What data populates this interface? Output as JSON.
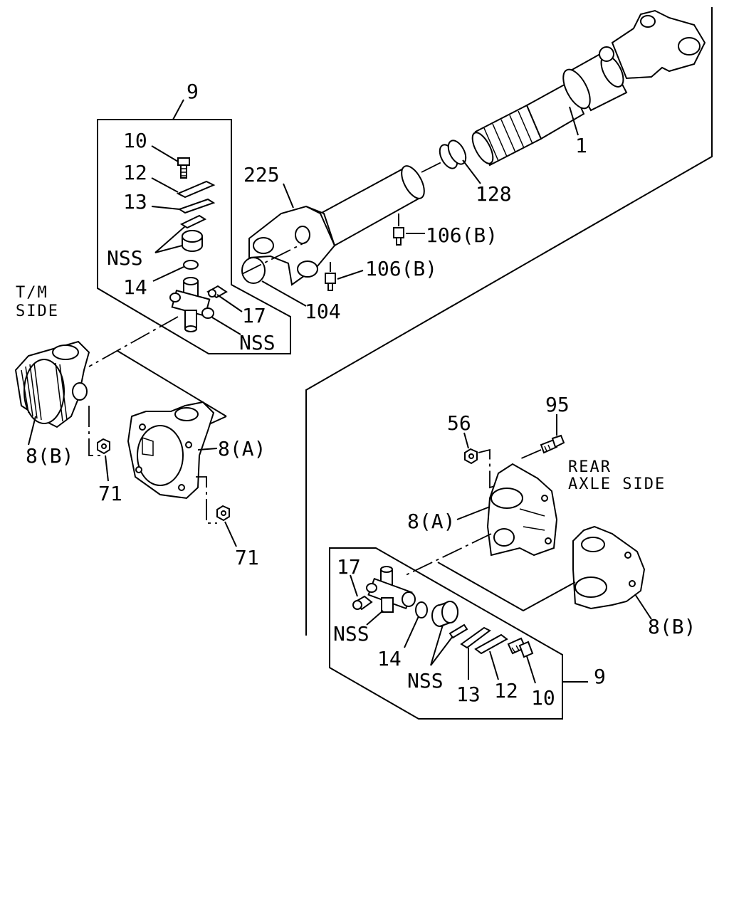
{
  "labels": {
    "box_upper": "9",
    "box_lower": "9",
    "l10a": "10",
    "l12a": "12",
    "l13a": "13",
    "lnss1": "NSS",
    "l14a": "14",
    "l17a": "17",
    "lnss2": "NSS",
    "l225": "225",
    "l1": "1",
    "l128": "128",
    "l106a": "106(B)",
    "l106b": "106(B)",
    "l104": "104",
    "tm1": "T/M",
    "tm2": "SIDE",
    "l8b_left": "8(B)",
    "l8a_left": "8(A)",
    "l71a": "71",
    "l71b": "71",
    "l56": "56",
    "l95": "95",
    "rear1": "REAR",
    "rear2": "AXLE SIDE",
    "l8a_right": "8(A)",
    "l8b_right": "8(B)",
    "l17b": "17",
    "lnss3": "NSS",
    "l14b": "14",
    "lnss4": "NSS",
    "l13b": "13",
    "l12b": "12",
    "l10b": "10"
  }
}
